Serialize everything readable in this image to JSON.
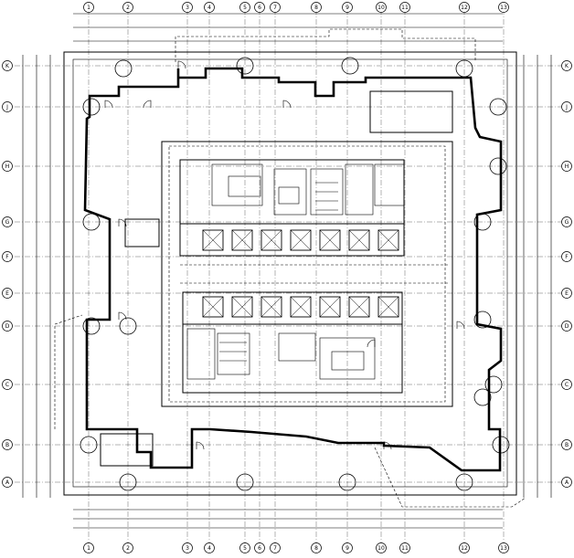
{
  "grid": {
    "columns": [
      "1",
      "2",
      "3",
      "4",
      "5",
      "6",
      "7",
      "8",
      "9",
      "10",
      "11",
      "12",
      "13"
    ],
    "rows": [
      "K",
      "J",
      "H",
      "G",
      "F",
      "E",
      "D",
      "C",
      "B",
      "A"
    ]
  },
  "notes": {
    "lines": [
      "",
      "",
      "",
      "",
      ""
    ]
  },
  "colors": {
    "ink": "#000000",
    "paper": "#ffffff"
  }
}
